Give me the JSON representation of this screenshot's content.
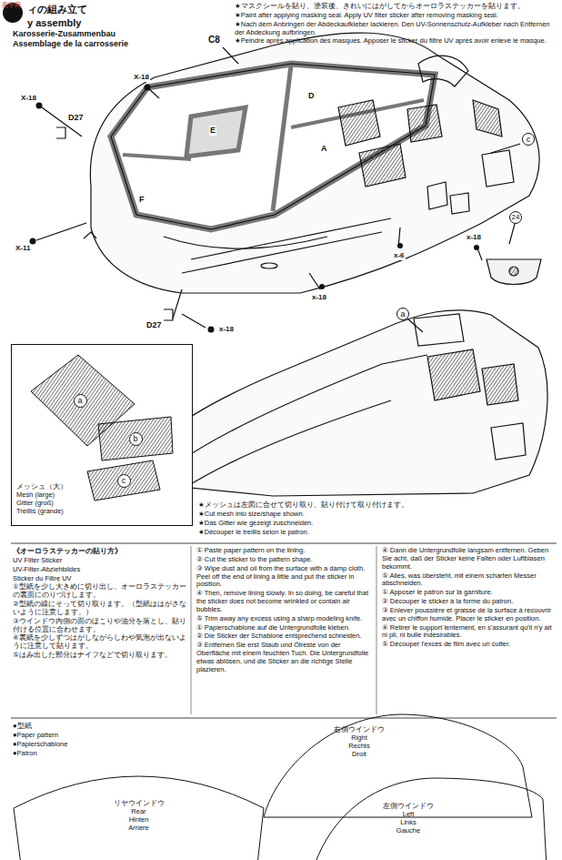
{
  "diagram": {
    "title": "ィの組み立て",
    "nodes": [
      {
        "text": [
          "メッシュ（大）",
          "Mesh (large)",
          "Gitter (groß)",
          "Treillis (grande)"
        ]
      },
      {
        "text": [
          "a"
        ],
        "in": 0
      },
      {
        "text": [
          "b"
        ],
        "in": 0
      },
      {
        "text": [
          "c"
        ],
        "in": 0
      },
      {
        "text": [
          "リヤウインドウ",
          "Rear",
          "Hinten",
          "Arrière"
        ]
      },
      {
        "text": [
          "右側ウインドウ",
          "Right",
          "Rechts",
          "Droit"
        ]
      },
      {
        "text": [
          "左側ウインドウ",
          "Left",
          "Links",
          "Gauche"
        ]
      }
    ],
    "labels": [
      "y assembly",
      "Karosserie-Zusammenbau",
      "Assemblage de la carrosserie",
      "高手网",
      "★マスクシールを貼り、塗装後、きれいにはがしてからオーロラステッカーを貼ります。",
      "★Paint after applying masking seal. Apply UV filter sticker after removing masking seal.",
      "★Nach dem Anbringen der Abdeckaufkleber lackieren. Den UV-Sonnenschutz-Aufkleber nach Entfernen der Abdeckung aufbringen.",
      "★Peindre après application des masques. Apposer le sticker du filtre UV après avoir enlevé le masque.",
      "C8",
      "X-18",
      "D27",
      "X-18",
      "E",
      "F",
      "D",
      "A",
      "c",
      "X-11",
      "x-6",
      "x-18",
      "x-18",
      "24",
      "D27",
      "x-18",
      "a",
      "★メッシュは左図に合せて切り取り、貼り付けて取り付けます。",
      "★Cut mesh into size/shape shown.",
      "★Das Gitter wie gezeigt zuschneiden.",
      "★Découper le treillis selon le patron.",
      "《オーロラステッカーの貼り方》",
      "UV Filter Sticker",
      "UV-Filter-Abziehbildes",
      "Sticker du Filtre UV",
      "①型紙を少し大きめに切り出し、オーロラステッカーの裏面にのりづけします。",
      "②型紙の線にそって切り取ります。（型紙ははがさないように注意します。）",
      "③ウインドウ内側の面のほこりや油分を落とし、貼り付ける位置に合わせます。",
      "④裏紙を少しずつはがしながらしわや気泡が出ないように注意して貼ります。",
      "⑤はみ出した部分はナイフなどで切り取ります。",
      "① Paste paper pattern on the lining.",
      "② Cut the sticker to the pattern shape.",
      "③ Wipe dust and oil from the surface with a damp cloth. Peel off the end of lining a little and put the sticker in position.",
      "④ Then, remove lining slowly. In so doing, be careful that the sticker does not become wrinkled or contain air bubbles.",
      "⑤ Trim away any excess using a sharp modeling knife.",
      "① Papierschablone auf die Untergrundfolie kleben.",
      "② Die Sticker der Schablone entsprechend schneiden.",
      "③ Entfernen Sie erst Staub und Ölreste von der Oberfläche mit einem feuchten Tuch. Die Untergrundfolie etwas ablösen, und die Sticker an die richtige Stelle plazieren.",
      "④ Dann die Untergrundfolie langsam entfernen. Geben Sie acht, daß der Sticker keine Falten oder Luftblasen bekommt.",
      "⑤ Alles, was übersteht, mit einem scharfen Messer abschneiden.",
      "① Apposer le patron sur la garniture.",
      "② Découper le sticker à la forme du patron.",
      "③ Enlever poussière et graisse de la surface à recouvrir avec un chiffon humide. Placer le sticker en position.",
      "④ Retirer le support lentement, en s'assurant qu'il n'y ait ni pli, ni bulle indésirables.",
      "⑤ Découper l'excès de film avec un cutter.",
      "●型紙",
      "●Paper pattern",
      "●Papierschablone",
      "●Patron"
    ]
  }
}
